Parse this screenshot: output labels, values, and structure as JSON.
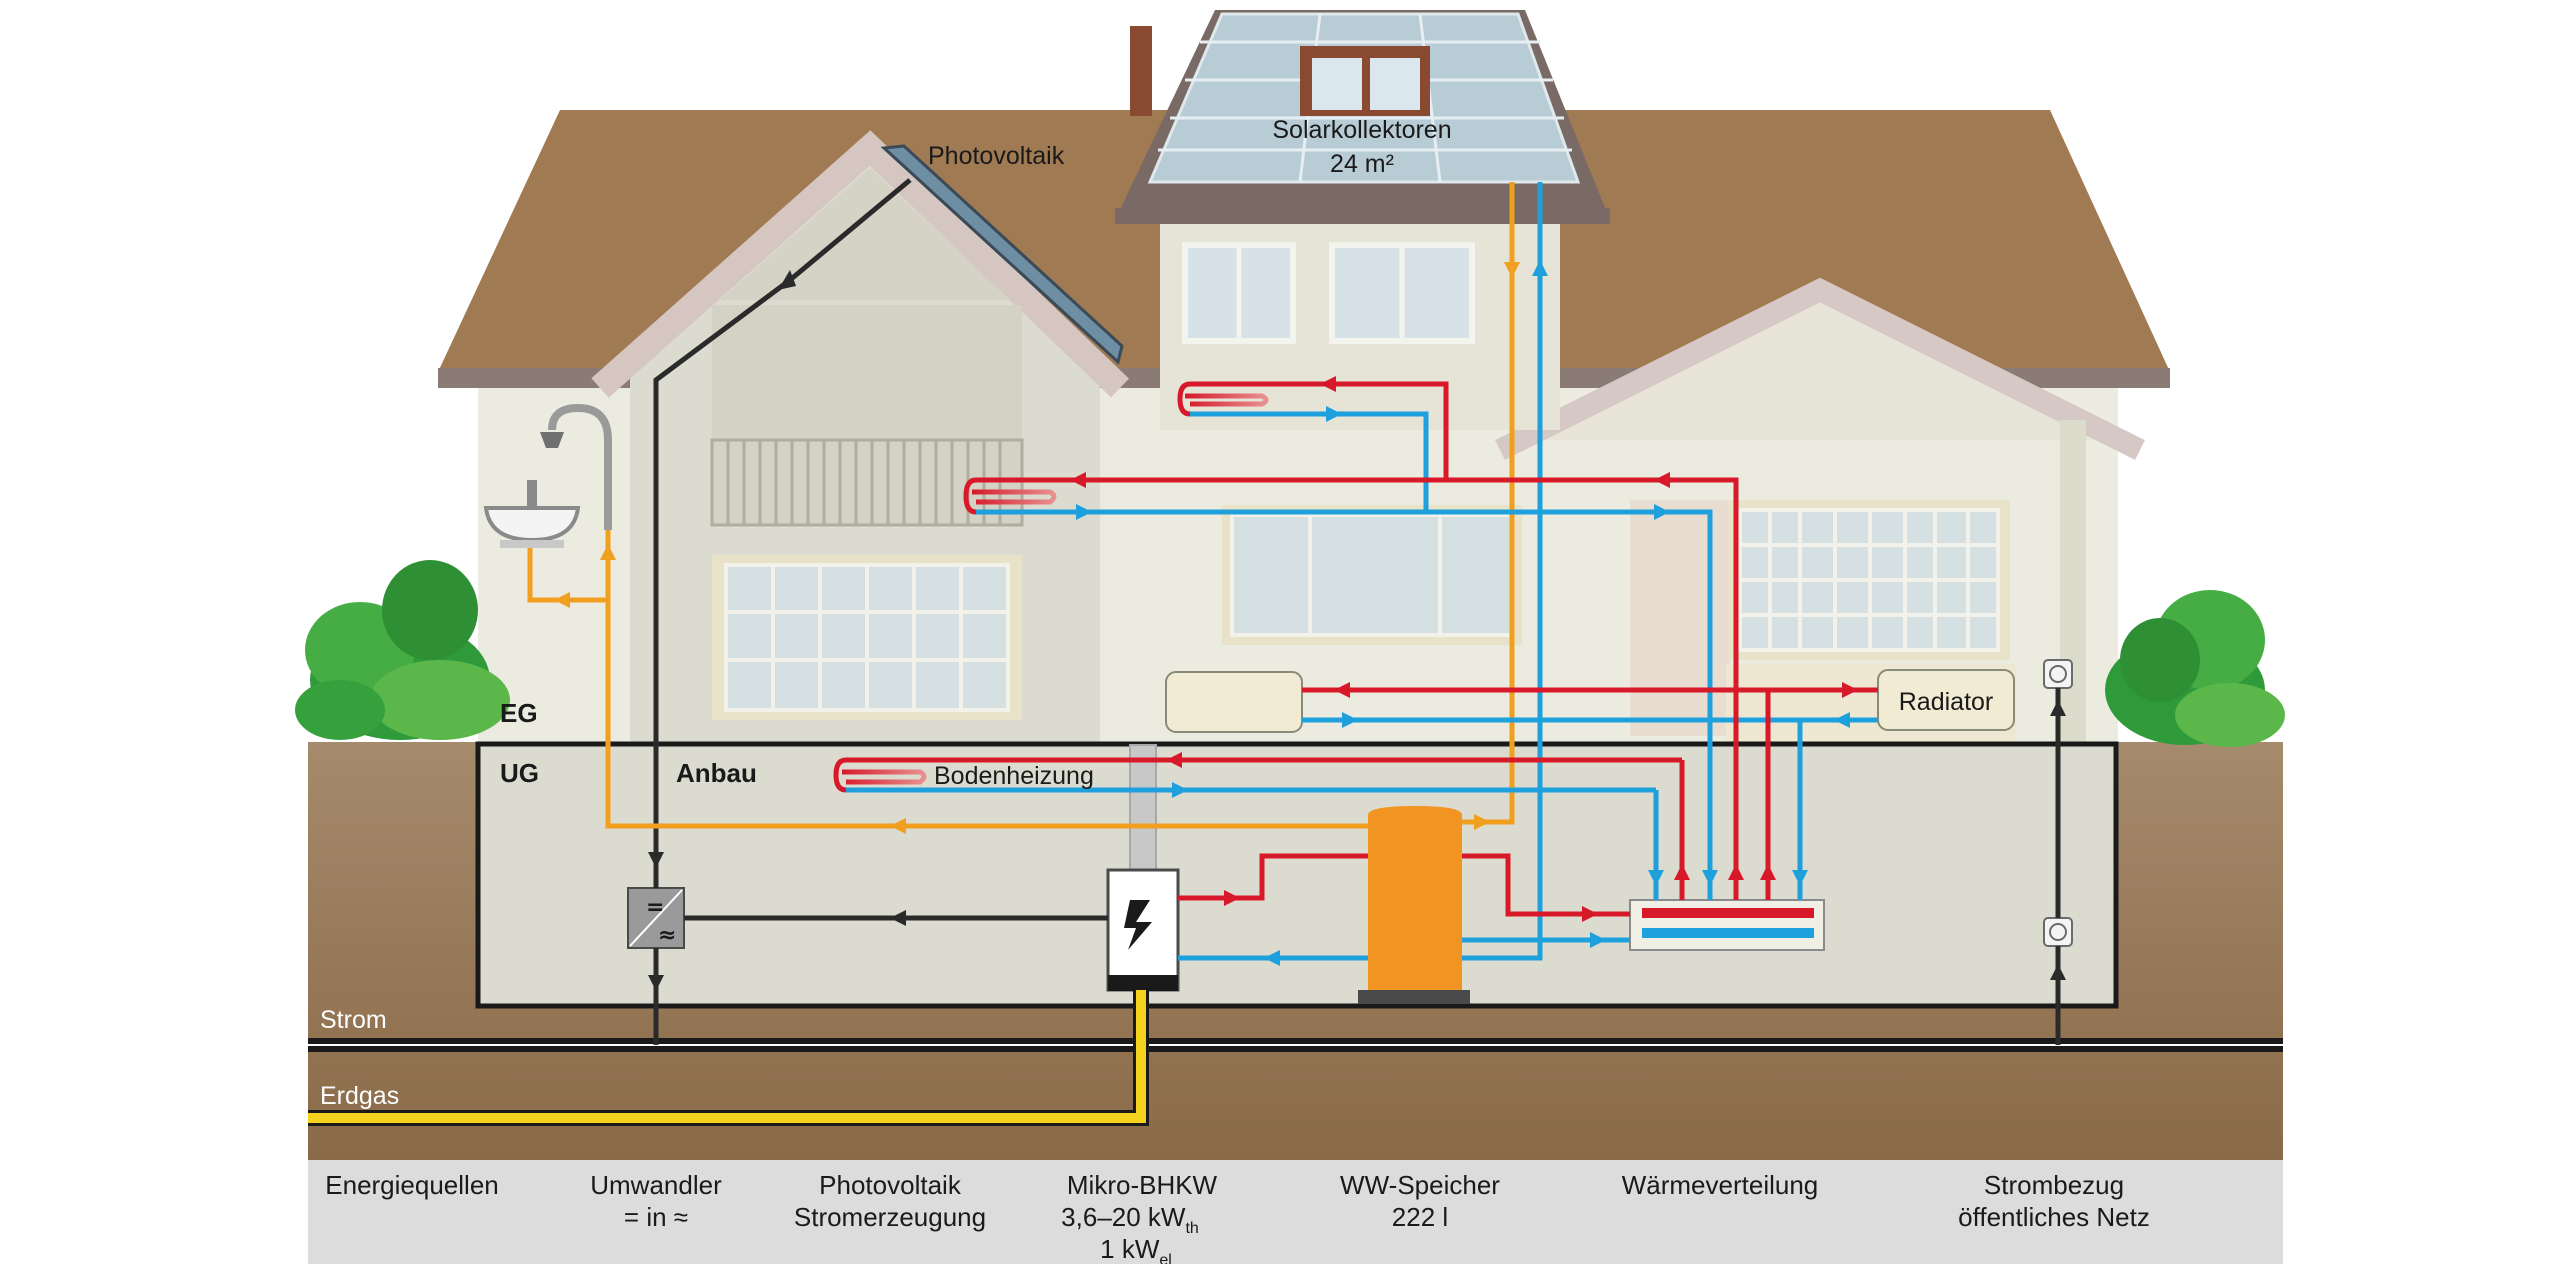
{
  "labels": {
    "solar_title": "Solarkollektoren",
    "solar_area": "24 m²",
    "photovoltaik": "Photovoltaik",
    "eg": "EG",
    "ug": "UG",
    "anbau": "Anbau",
    "bodenheizung": "Bodenheizung",
    "radiator": "Radiator",
    "strom": "Strom",
    "erdgas": "Erdgas"
  },
  "captions": {
    "energiequellen": "Energiequellen",
    "umwandler_1": "Umwandler",
    "umwandler_2": "= in ≈",
    "pv_1": "Photovoltaik",
    "pv_2": "Stromerzeugung",
    "bhkw_1": "Mikro-BHKW",
    "bhkw_2a": "3,6–20 kW",
    "bhkw_2b": "th",
    "bhkw_3a": "1 kW",
    "bhkw_3b": "el",
    "ww_1": "WW-Speicher",
    "ww_2": "222 l",
    "waerme": "Wärmeverteilung",
    "netz_1": "Strombezug",
    "netz_2": "öffentliches Netz"
  },
  "colors": {
    "hot_red": "#d7192a",
    "cold_blue": "#1ea0dc",
    "solar_orange": "#f0a01e",
    "gas_yellow": "#f5d21e",
    "electric_black": "#2a2a2a",
    "roof_brown": "#a07850",
    "ground_brown": "#8a6a4a",
    "wall_cream": "#ecebdf",
    "tank_orange": "#f29422"
  },
  "icons": {
    "lightning": "lightning-icon",
    "inverter": "inverter-icon",
    "socket": "socket-icon",
    "shower": "shower-icon",
    "sink": "sink-icon"
  }
}
